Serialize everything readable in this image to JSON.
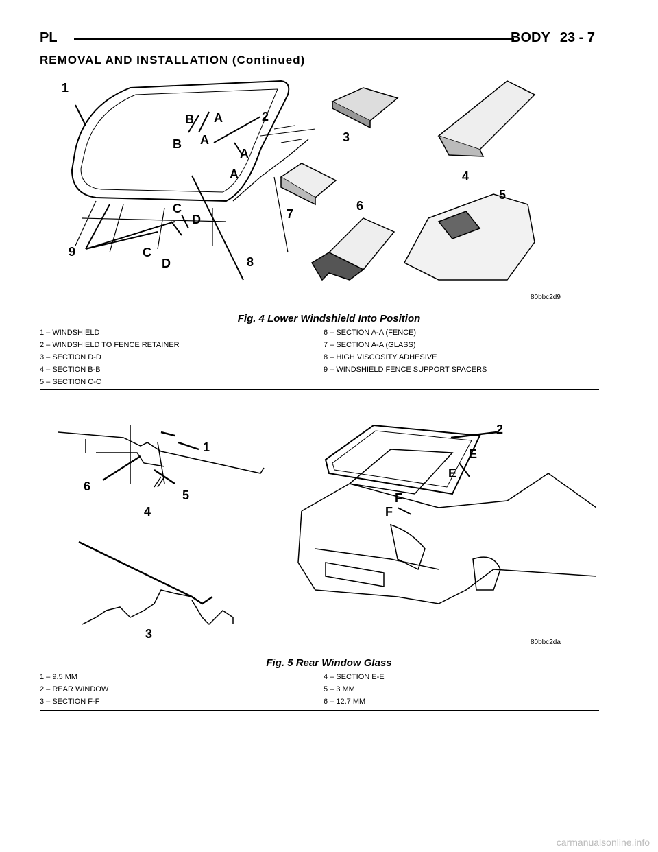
{
  "header": {
    "left": "PL",
    "section": "BODY",
    "page": "23 - 7"
  },
  "section_title": "REMOVAL AND INSTALLATION (Continued)",
  "fig4": {
    "image_id": "80bbc2d9",
    "caption": "Fig. 4 Lower Windshield Into Position",
    "legend_left": [
      "1 – WINDSHIELD",
      "2 – WINDSHIELD TO FENCE RETAINER",
      "3 – SECTION D-D",
      "4 – SECTION B-B",
      "5 – SECTION C-C"
    ],
    "legend_right": [
      "6 – SECTION A-A (FENCE)",
      "7 – SECTION A-A (GLASS)",
      "8 – HIGH VISCOSITY ADHESIVE",
      "9 – WINDSHIELD FENCE SUPPORT SPACERS"
    ],
    "callouts": [
      "1",
      "2",
      "3",
      "4",
      "5",
      "6",
      "7",
      "8",
      "9"
    ],
    "section_letters": [
      "A",
      "B",
      "C",
      "D"
    ]
  },
  "fig5": {
    "image_id": "80bbc2da",
    "caption": "Fig. 5 Rear Window Glass",
    "legend_left": [
      "1 – 9.5 MM",
      "2 – REAR WINDOW",
      "3 – SECTION F-F"
    ],
    "legend_right": [
      "4 – SECTION E-E",
      "5 – 3 MM",
      "6 – 12.7 MM"
    ],
    "callouts": [
      "1",
      "2",
      "3",
      "4",
      "5",
      "6"
    ],
    "section_letters": [
      "E",
      "F"
    ]
  },
  "footer": "carmanualsonline.info"
}
